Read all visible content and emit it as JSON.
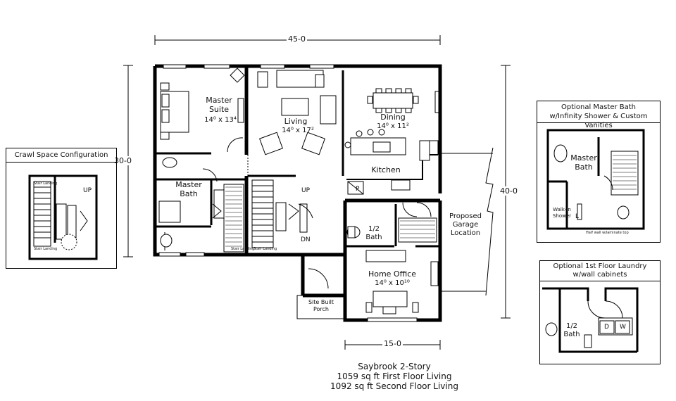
{
  "plan": {
    "dim_top": "45-0",
    "dim_left": "30-0",
    "dim_right": "40-0",
    "dim_bottom": "15-0",
    "rooms": {
      "master_suite": {
        "name": "Master\nSuite",
        "size": "14⁰ x 13⁴"
      },
      "living": {
        "name": "Living",
        "size": "14⁰ x 17²"
      },
      "dining": {
        "name": "Dining",
        "size": "14⁰ x 11²"
      },
      "kitchen": {
        "name": "Kitchen"
      },
      "master_bath": {
        "name": "Master\nBath"
      },
      "half_bath": {
        "name": "1/2\nBath"
      },
      "home_office": {
        "name": "Home Office",
        "size": "14⁰ x 10¹⁰"
      },
      "porch": {
        "name": "Site Built\nPorch"
      },
      "garage": {
        "name": "Proposed\nGarage\nLocation"
      }
    },
    "marks": {
      "up": "UP",
      "dn": "DN",
      "pantry": "P",
      "stair_landing": "Stair Landing"
    }
  },
  "crawl_inset": {
    "title": "Crawl Space Configuration",
    "up": "UP",
    "stair_landing": "Stair Landing",
    "other": "Stair Landing"
  },
  "master_bath_inset": {
    "title": "Optional Master Bath\nw/Infinity Shower & Custom Vanities",
    "room": "Master\nBath",
    "shower": "Walk-in\nShower",
    "l_mark": "L",
    "note": "Half wall w/laminate top"
  },
  "laundry_inset": {
    "title": "Optional 1st Floor Laundry\nw/wall cabinets",
    "room": "1/2\nBath",
    "d": "D",
    "w": "W"
  },
  "caption": {
    "line1": "Saybrook 2-Story",
    "line2": "1059 sq ft First Floor Living",
    "line3": "1092 sq ft  Second Floor Living"
  }
}
